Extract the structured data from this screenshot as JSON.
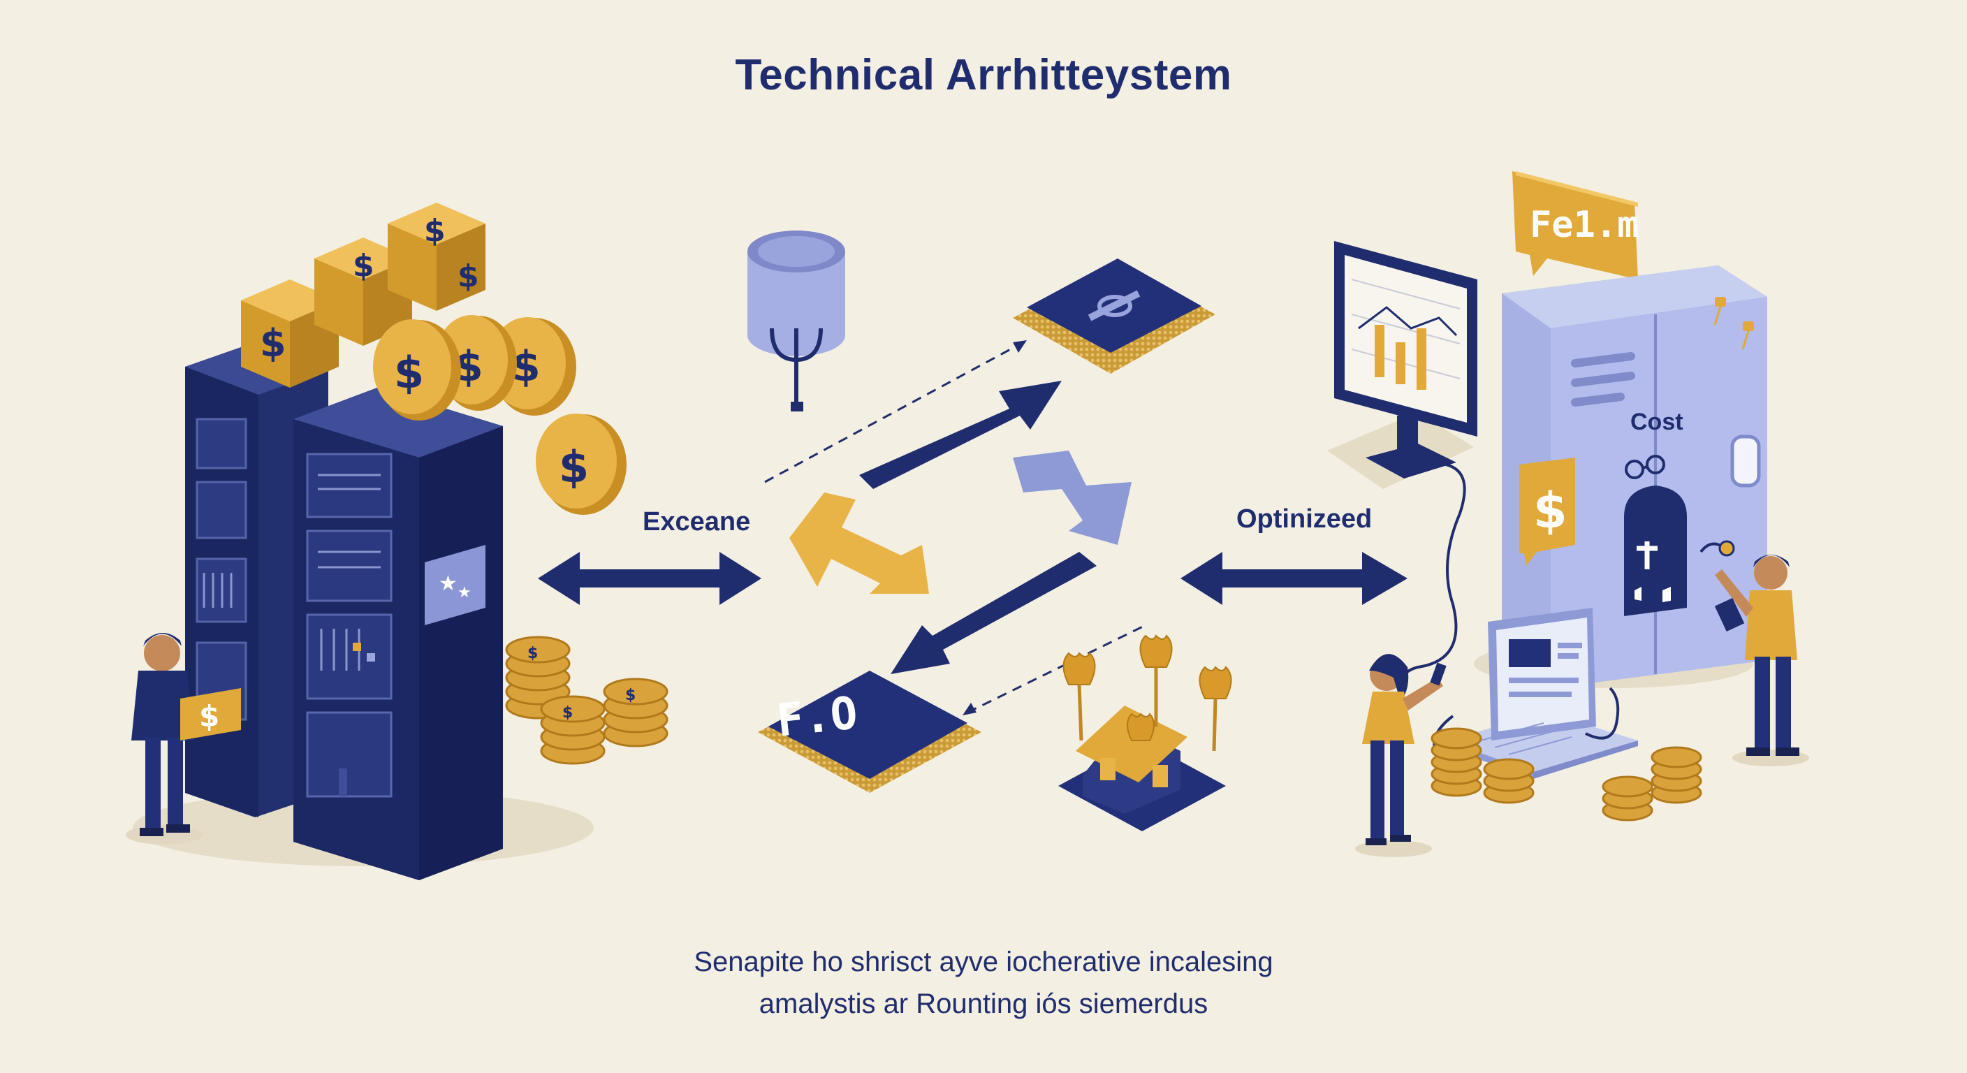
{
  "title": "Technical Arrhitteystem",
  "labels": {
    "left_flow": "Exceane",
    "right_flow": "Optinizeed"
  },
  "caption": {
    "line1": "Senapite ho shrisct ayve iocherative incalesing",
    "line2": "amalystis ar Rounting iós siemerdus"
  },
  "cabinet": {
    "bubble_text": "Fe1.m",
    "cost_label": "Cost",
    "currency_symbol": "$"
  },
  "chip": {
    "label": "F.O"
  },
  "icons": [
    "server-rack-icon",
    "dollar-box-icon",
    "dollar-coin-icon",
    "coin-stack-icon",
    "database-cylinder-icon",
    "processor-chip-icon",
    "monitor-chart-icon",
    "speech-bubble-icon",
    "laptop-icon",
    "house-icon",
    "tulip-icon",
    "person-icon"
  ],
  "colors": {
    "navy": "#1f2d6e",
    "gold": "#e0a93a",
    "lavender": "#a9b4e3",
    "background": "#f4efe3"
  }
}
